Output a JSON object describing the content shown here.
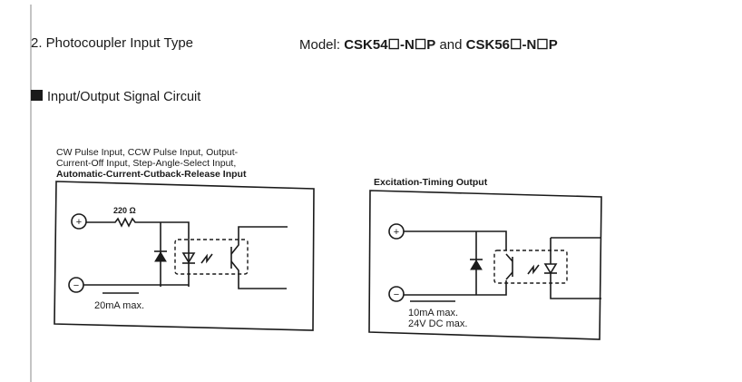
{
  "section_title": "2. Photocoupler Input Type",
  "model": {
    "prefix": "Model: ",
    "part1": "CSK54☐-N☐P",
    "and": " and ",
    "part2": "CSK56☐-N☐P"
  },
  "subheading": "Input/Output Signal Circuit",
  "input_circuit": {
    "caption": [
      "CW Pulse Input, CCW Pulse Input, Output-",
      "Current-Off Input, Step-Angle-Select Input,",
      "Automatic-Current-Cutback-Release Input"
    ],
    "resistor_label": "220 Ω",
    "plus": "+",
    "minus": "−",
    "current_label": "20mA max."
  },
  "output_circuit": {
    "caption": "Excitation-Timing Output",
    "plus": "+",
    "minus": "−",
    "current_label": "10mA max.",
    "voltage_label": "24V DC max."
  }
}
